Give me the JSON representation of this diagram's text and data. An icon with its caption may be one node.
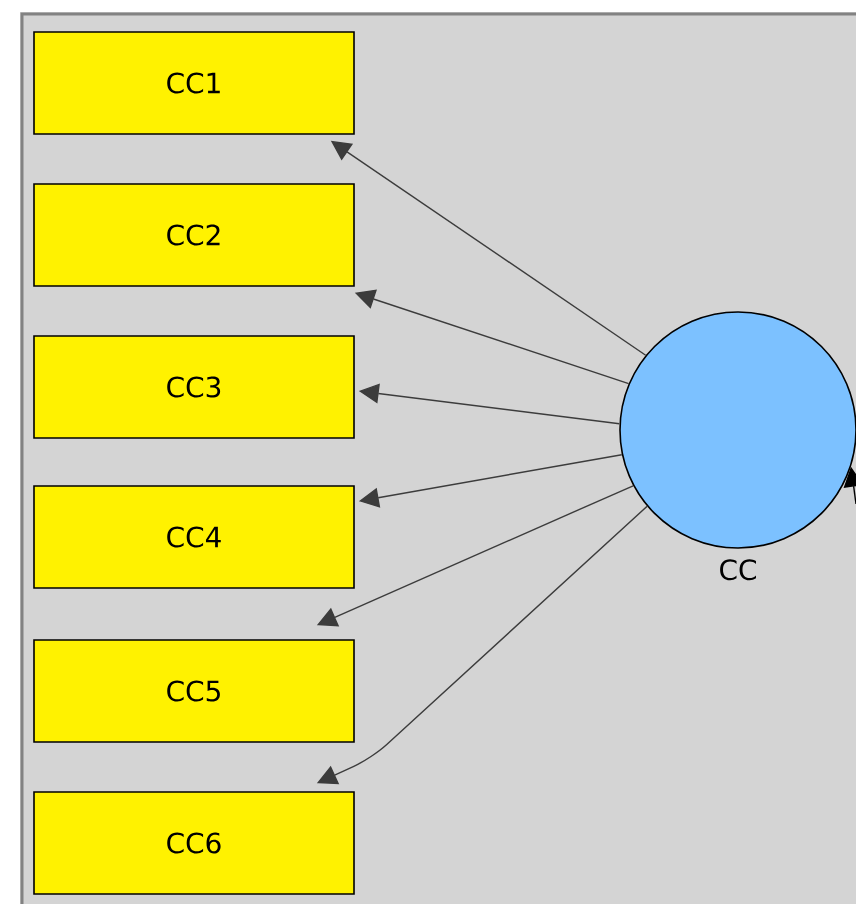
{
  "diagram": {
    "nodes": [
      {
        "text": [
          "CC1"
        ]
      },
      {
        "text": [
          "CC2"
        ]
      },
      {
        "text": [
          "CC3"
        ]
      },
      {
        "text": [
          "CC4"
        ]
      },
      {
        "text": [
          "CC5"
        ]
      },
      {
        "text": [
          "CC6"
        ]
      },
      {
        "text": [
          "CC"
        ]
      }
    ],
    "edges": [
      {
        "from": 6,
        "to": 0,
        "arrow": "to"
      },
      {
        "from": 6,
        "to": 1,
        "arrow": "to"
      },
      {
        "from": 6,
        "to": 2,
        "arrow": "to"
      },
      {
        "from": 6,
        "to": 3,
        "arrow": "to"
      },
      {
        "from": 6,
        "to": 4,
        "arrow": "to"
      },
      {
        "from": 6,
        "to": 5,
        "arrow": "to"
      },
      {
        "from": null,
        "to": 6,
        "arrow": "to"
      }
    ]
  }
}
